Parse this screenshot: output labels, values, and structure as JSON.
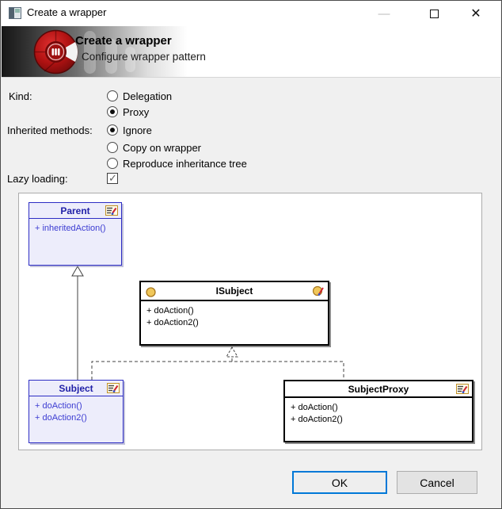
{
  "window": {
    "title": "Create a wrapper",
    "icons": {
      "minimize_glyph": "—",
      "close_glyph": "✕"
    }
  },
  "header": {
    "title": "Create a wrapper",
    "subtitle": "Configure wrapper pattern"
  },
  "form": {
    "kind": {
      "label": "Kind:",
      "options": [
        {
          "label": "Delegation",
          "selected": false
        },
        {
          "label": "Proxy",
          "selected": true
        }
      ]
    },
    "inherited": {
      "label": "Inherited methods:",
      "options": [
        {
          "label": "Ignore",
          "selected": true
        },
        {
          "label": "Copy on wrapper",
          "selected": false
        },
        {
          "label": "Reproduce inheritance tree",
          "selected": false
        }
      ]
    },
    "lazy": {
      "label": "Lazy loading:",
      "checked": true
    }
  },
  "diagram": {
    "parent": {
      "name": "Parent",
      "methods": [
        "+ inheritedAction()"
      ]
    },
    "isubject": {
      "name": "ISubject",
      "methods": [
        "+ doAction()",
        "+ doAction2()"
      ]
    },
    "subject": {
      "name": "Subject",
      "methods": [
        "+ doAction()",
        "+ doAction2()"
      ]
    },
    "subjectproxy": {
      "name": "SubjectProxy",
      "methods": [
        "+ doAction()",
        "+ doAction2()"
      ]
    }
  },
  "footer": {
    "ok_label": "OK",
    "cancel_label": "Cancel"
  },
  "colors": {
    "accent_blue": "#0078d7",
    "uml_blue_border": "#2d2dc4",
    "uml_blue_fill": "#ededfb",
    "banner_dark": "#161616",
    "logo_red": "#b01212",
    "dialog_bg": "#f0f0f0"
  }
}
